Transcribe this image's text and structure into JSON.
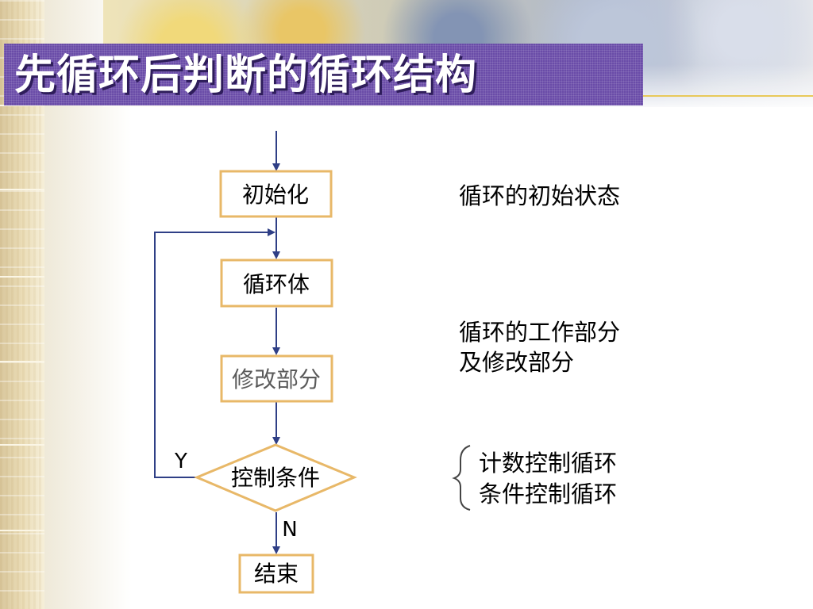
{
  "title": "先循环后判断的循环结构",
  "nodes": {
    "init": "初始化",
    "body": "循环体",
    "modify": "修改部分",
    "condition": "控制条件",
    "end": "结束"
  },
  "labels": {
    "yes": "Y",
    "no": "N"
  },
  "notes": {
    "init_note": "循环的初始状态",
    "work_line1": "循环的工作部分",
    "work_line2": "及修改部分",
    "cond_line1": "计数控制循环",
    "cond_line2": "条件控制循环"
  },
  "colors": {
    "title_bg": "#6a4ca8",
    "box_border": "#e8b868",
    "arrow": "#2f3f86"
  }
}
